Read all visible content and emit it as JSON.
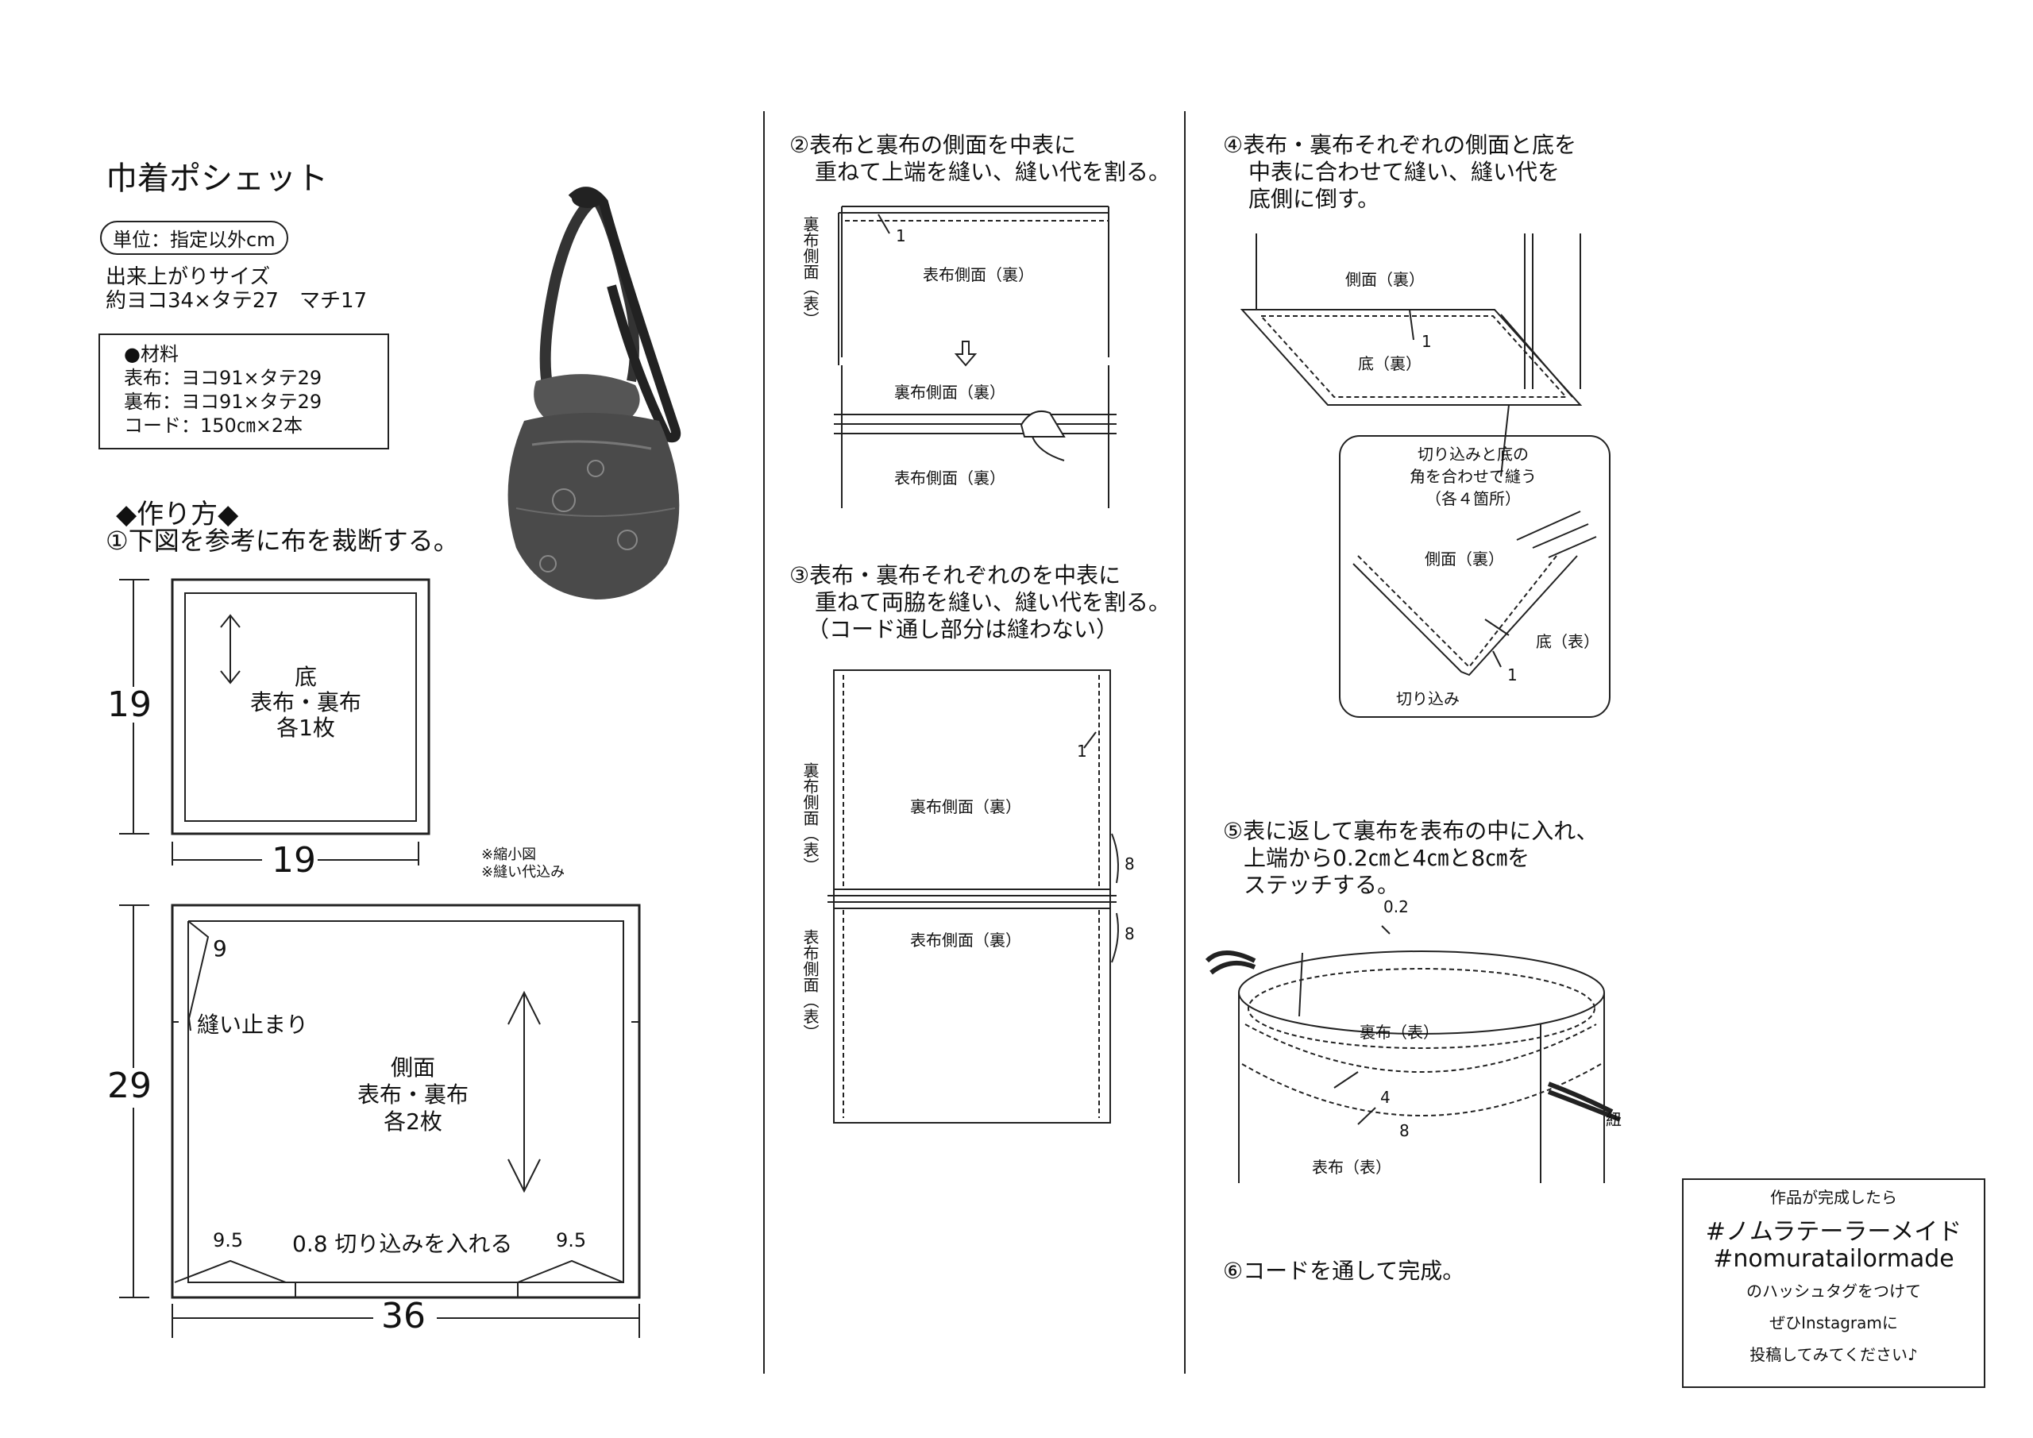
{
  "title": "巾着ポシェット",
  "unit_badge": "単位：指定以外cm",
  "finished_size": {
    "label": "出来上がりサイズ",
    "value": "約ヨコ34×タテ27　マチ17"
  },
  "materials": {
    "heading": "●材料",
    "items": [
      "表布：ヨコ91×タテ29",
      "裏布：ヨコ91×タテ29",
      "コード：150㎝×2本"
    ]
  },
  "method": {
    "heading": "◆作り方◆",
    "step1": "①下図を参考に布を裁断する。"
  },
  "cut_bottom": {
    "name": "底",
    "fabric": "表布・裏布",
    "count": "各1枚",
    "height": "19",
    "width": "19"
  },
  "cut_notes": [
    "※縮小図",
    "※縫い代込み"
  ],
  "cut_side": {
    "name": "側面",
    "fabric": "表布・裏布",
    "count": "各2枚",
    "height": "29",
    "width": "36",
    "top_margin": "9",
    "stop_label": "縫い止まり",
    "notch_label": "0.8 切り込みを入れる",
    "left_offset": "9.5",
    "right_offset": "9.5"
  },
  "step2": {
    "text": [
      "②表布と裏布の側面を中表に",
      "重ねて上端を縫い、縫い代を割る。"
    ],
    "inner_side_face": "裏布側面（表）",
    "outer_side_back": "表布側面（裏）",
    "inner_side_back": "裏布側面（裏）",
    "outer_side_back_2": "表布側面（裏）",
    "seam": "1"
  },
  "step3": {
    "text": [
      "③表布・裏布それぞれのを中表に",
      "重ねて両脇を縫い、縫い代を割る。",
      "（コード通し部分は縫わない）"
    ],
    "inner_side_face": "裏布側面（表）",
    "outer_side_face": "表布側面（表）",
    "inner_back": "裏布側面（裏）",
    "outer_back": "表布側面（裏）",
    "seam": "1",
    "gap_upper": "8",
    "gap_lower": "8"
  },
  "step4": {
    "text": [
      "④表布・裏布それぞれの側面と底を",
      "中表に合わせて縫い、縫い代を",
      "底側に倒す。"
    ],
    "side_back": "側面（裏）",
    "bottom_back": "底（裏）",
    "seam": "1",
    "callout": [
      "切り込みと底の",
      "角を合わせて縫う",
      "（各４箇所）"
    ],
    "callout_side": "側面（裏）",
    "callout_bottom": "底（表）",
    "callout_notch": "切り込み",
    "callout_seam": "1"
  },
  "step5": {
    "text": [
      "⑤表に返して裏布を表布の中に入れ、",
      "上端から0.2㎝と4㎝と8㎝を",
      "ステッチする。"
    ],
    "top_stitch": "0.2",
    "inner_face": "裏布（表）",
    "stitch_4": "4",
    "stitch_8": "8",
    "outer_face": "表布（表）",
    "cord": "紐"
  },
  "step6": "⑥コードを通して完成。",
  "hashtag_box": {
    "line1": "作品が完成したら",
    "tag_jp": "#ノムラテーラーメイド",
    "tag_en": "#nomuratailormade",
    "line2": "のハッシュタグをつけて",
    "line3": "ぜひInstagramに",
    "line4": "投稿してみてください♪"
  }
}
